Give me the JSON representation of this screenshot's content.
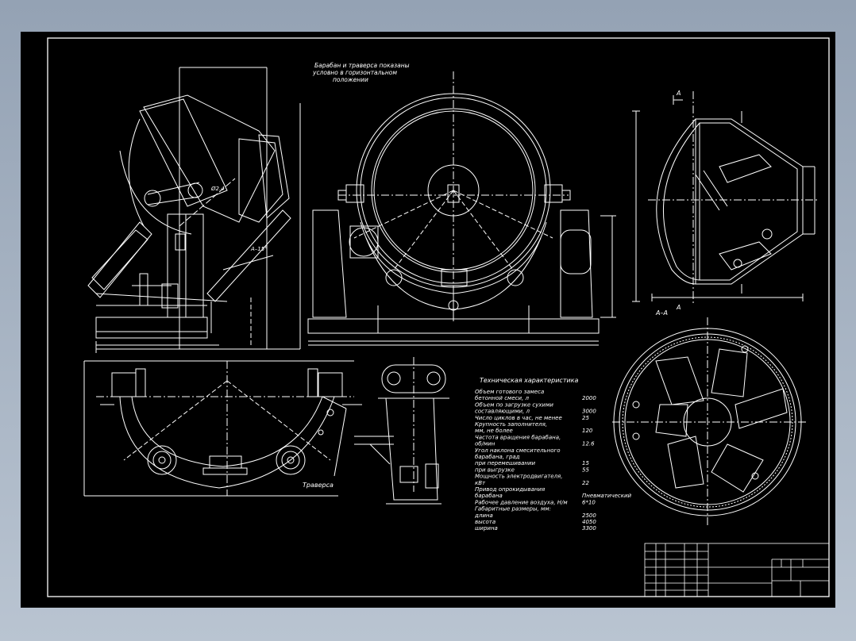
{
  "drawing": {
    "note_lines": [
      "Барабан и траверса показаны",
      "условно в горизонтальном",
      "положении"
    ],
    "traverse_label": "Траверса",
    "section_label": "А–А",
    "section_mark": "А",
    "specs": {
      "title": "Техническая характеристика",
      "rows": [
        {
          "label": "Объем готового замеса",
          "value": ""
        },
        {
          "label": "бетонной смеси, л",
          "value": "2000"
        },
        {
          "label": "Объем по загрузке сухими",
          "value": ""
        },
        {
          "label": "составляющими, л",
          "value": "3000"
        },
        {
          "label": "Число циклов в час, не менее",
          "value": "25"
        },
        {
          "label": "Крупность заполнителя,",
          "value": ""
        },
        {
          "label": "мм, не более",
          "value": "120"
        },
        {
          "label": "Частота вращения барабана,",
          "value": ""
        },
        {
          "label": "об/мин",
          "value": "12.6"
        },
        {
          "label": "Угол наклона смесительного",
          "value": ""
        },
        {
          "label": "барабана, град",
          "value": ""
        },
        {
          "label": "при перемешивании",
          "value": "15"
        },
        {
          "label": "при выгрузке",
          "value": "55"
        },
        {
          "label": "Мощность электродвигателя,",
          "value": ""
        },
        {
          "label": "кВт",
          "value": "22"
        },
        {
          "label": "Привод опрокидывания",
          "value": ""
        },
        {
          "label": "барабана",
          "value": "Пневматический"
        },
        {
          "label": "Рабочее давление воздуха, Н/м",
          "value": "6*10"
        },
        {
          "label": "Габаритные размеры, мм:",
          "value": ""
        },
        {
          "label": "длина",
          "value": "2500"
        },
        {
          "label": "высота",
          "value": "4050"
        },
        {
          "label": "ширина",
          "value": "3300"
        }
      ]
    }
  },
  "colors": {
    "sheet": "#000000",
    "lines": "#ffffff",
    "frame": "#ffffff"
  }
}
